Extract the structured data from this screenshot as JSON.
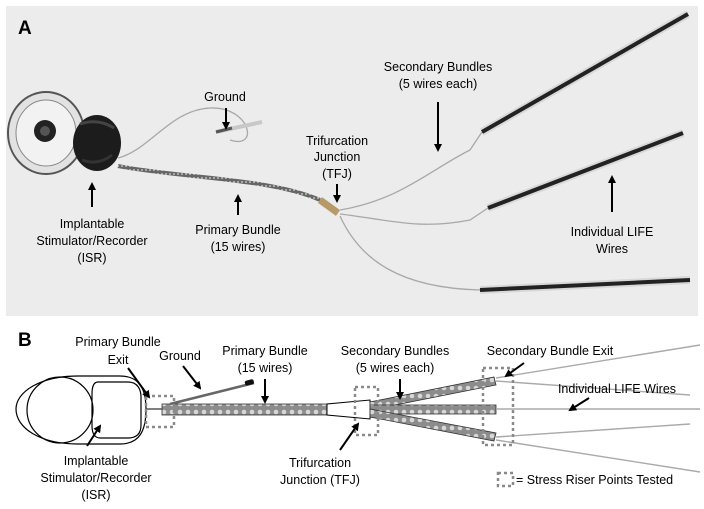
{
  "colors": {
    "photo_bg": "#ececec",
    "wire": "#9a9a9a",
    "bundle_fill": "#8c8c8c",
    "stress_box": "#8a8a8a"
  },
  "panel_a": {
    "letter": "A",
    "ground": "Ground",
    "secondary_bundles": [
      "Secondary Bundles",
      "(5 wires each)"
    ],
    "trifurcation": [
      "Trifurcation",
      "Junction",
      "(TFJ)"
    ],
    "isr": [
      "Implantable",
      "Stimulator/Recorder",
      "(ISR)"
    ],
    "primary_bundle": [
      "Primary Bundle",
      "(15 wires)"
    ],
    "life_wires": [
      "Individual LIFE",
      "Wires"
    ]
  },
  "panel_b": {
    "letter": "B",
    "primary_bundle_exit": [
      "Primary Bundle",
      "Exit"
    ],
    "ground": "Ground",
    "primary_bundle": [
      "Primary Bundle",
      "(15 wires)"
    ],
    "secondary_bundles": [
      "Secondary Bundles",
      "(5 wires each)"
    ],
    "secondary_bundle_exit": "Secondary Bundle Exit",
    "life_wires": "Individual LIFE Wires",
    "isr": [
      "Implantable",
      "Stimulator/Recorder",
      "(ISR)"
    ],
    "trifurcation": [
      "Trifurcation",
      "Junction (TFJ)"
    ],
    "legend": "= Stress Riser Points Tested"
  }
}
